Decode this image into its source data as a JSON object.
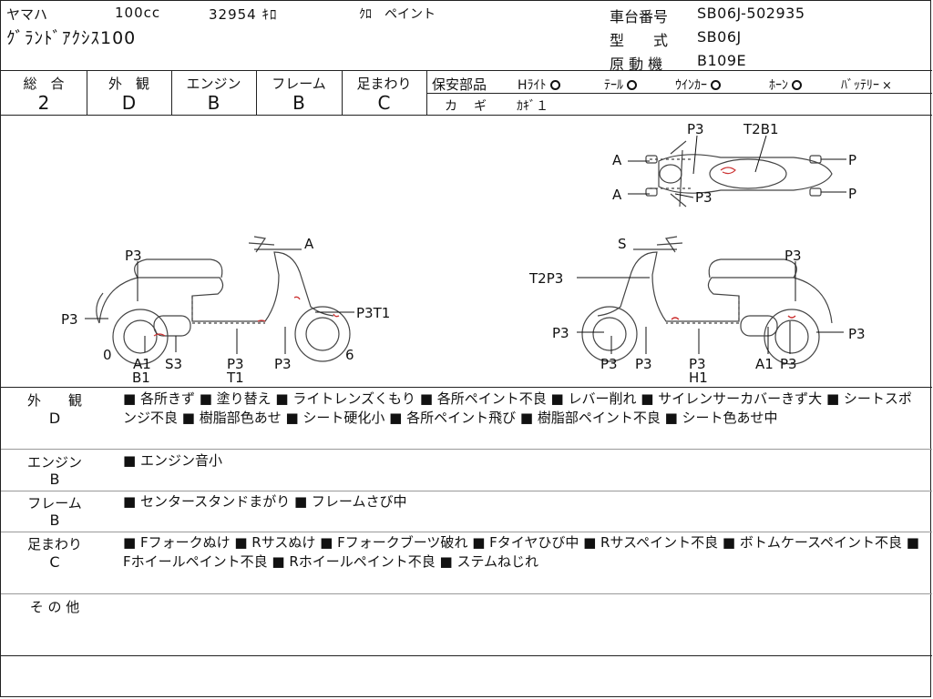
{
  "header": {
    "maker": "ヤマハ",
    "displacement": "100cc",
    "mileage": "32954 ｷﾛ",
    "color": "ｸﾛ　ペイント",
    "model_name": "ｸﾞﾗﾝﾄﾞｱｸｼｽ100",
    "frame_no_label": "車台番号",
    "frame_no": "SB06J-502935",
    "type_label": "型　　式",
    "type": "SB06J",
    "engine_label": "原 動 機",
    "engine": "B109E"
  },
  "grades": {
    "overall_label": "総　合",
    "overall": "2",
    "exterior_label": "外　観",
    "exterior": "D",
    "engine_label": "エンジン",
    "engine": "B",
    "frame_label": "フレーム",
    "frame": "B",
    "suspension_label": "足まわり",
    "suspension": "C"
  },
  "safety": {
    "label": "保安部品",
    "headlight": "Hﾗｲﾄ",
    "tail": "ﾃｰﾙ",
    "winker": "ｳｲﾝｶｰ",
    "horn": "ﾎｰﾝ",
    "battery": "ﾊﾞｯﾃﾘｰ",
    "battery_mark": "×",
    "key_label": "カ　ギ",
    "key_value": "ｶｷﾞ１"
  },
  "diagram": {
    "top_P3": "P3",
    "top_T2B1": "T2B1",
    "top_A1": "A",
    "top_A2": "A",
    "top_P3b": "P3",
    "top_P1": "P",
    "top_P2": "P",
    "left_A": "A",
    "left_P3a": "P3",
    "left_P3b": "P3",
    "left_P3T1": "P3T1",
    "left_0": "0",
    "left_6": "6",
    "left_A1": "A1",
    "left_B1": "B1",
    "left_S3": "S3",
    "left_P3c": "P3",
    "left_T1": "T1",
    "left_P3d": "P3",
    "right_S": "S",
    "right_P3a": "P3",
    "right_T2P3": "T2P3",
    "right_P3b": "P3",
    "right_P3c": "P3",
    "right_P3d": "P3",
    "right_P3e": "P3",
    "right_P3f": "P3",
    "right_H1": "H1",
    "right_A1": "A1",
    "right_P3g": "P3"
  },
  "sections": {
    "exterior_label": "外　　観",
    "exterior_grade": "D",
    "exterior_text": "■ 各所きず ■ 塗り替え ■ ライトレンズくもり ■ 各所ペイント不良 ■ レバー削れ ■ サイレンサーカバーきず大 ■ シートスポンジ不良 ■ 樹脂部色あせ ■ シート硬化小 ■ 各所ペイント飛び ■ 樹脂部ペイント不良 ■ シート色あせ中",
    "engine_label": "エンジン",
    "engine_grade": "B",
    "engine_text": "■ エンジン音小",
    "frame_label": "フレーム",
    "frame_grade": "B",
    "frame_text": "■ センタースタンドまがり ■ フレームさび中",
    "suspension_label": "足まわり",
    "suspension_grade": "C",
    "suspension_text": "■ Fフォークぬけ ■ Rサスぬけ ■ Fフォークブーツ破れ ■ Fタイヤひび中 ■ Rサスペイント不良 ■ ボトムケースペイント不良 ■ Fホイールペイント不良 ■ Rホイールペイント不良 ■ ステムねじれ",
    "other_label": "そ の 他"
  }
}
